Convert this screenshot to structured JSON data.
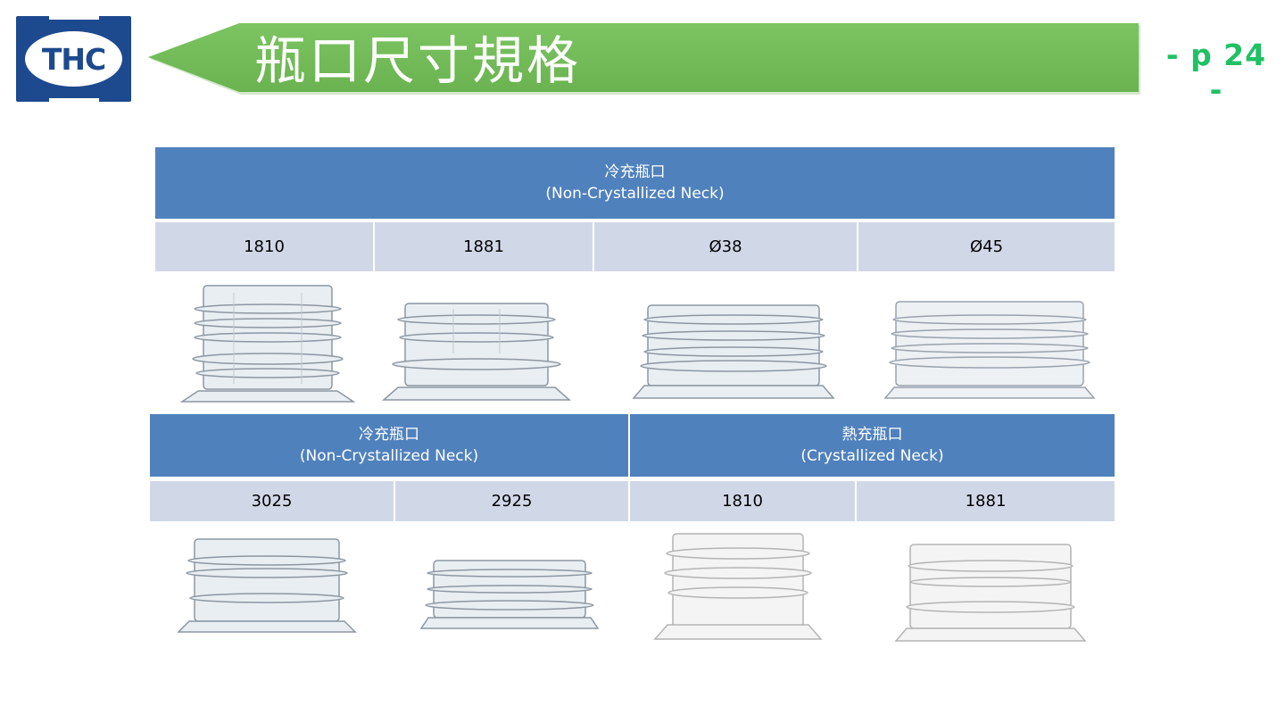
{
  "logo": {
    "text": "THC",
    "colors": {
      "fill": "#1d4a8e",
      "oval": "#ffffff"
    }
  },
  "header": {
    "title": "瓶口尺寸規格",
    "page_label": "- p 24 -",
    "banner_color": "#72bb58",
    "page_label_color": "#22c064"
  },
  "table_top": {
    "band": {
      "line1": "冷充瓶口",
      "line2": "(Non-Crystallized Neck)"
    },
    "sizes": [
      "1810",
      "1881",
      "Ø38",
      "Ø45"
    ],
    "neck_images": [
      "clear-neck-1810",
      "clear-neck-1881",
      "clear-neck-38",
      "clear-neck-45"
    ]
  },
  "table_bottom": {
    "bands": [
      {
        "line1": "冷充瓶口",
        "line2": "(Non-Crystallized Neck)"
      },
      {
        "line1": "熱充瓶口",
        "line2": "(Crystallized Neck)"
      }
    ],
    "sizes": [
      "3025",
      "2925",
      "1810",
      "1881"
    ],
    "neck_images": [
      "clear-neck-3025",
      "clear-neck-2925",
      "white-neck-1810",
      "white-neck-1881"
    ]
  },
  "colors": {
    "band": "#4f81bd",
    "cell": "#d0d8e8",
    "clear_glass": "#c8d0d8",
    "crystallized": "#f2f2f2"
  }
}
